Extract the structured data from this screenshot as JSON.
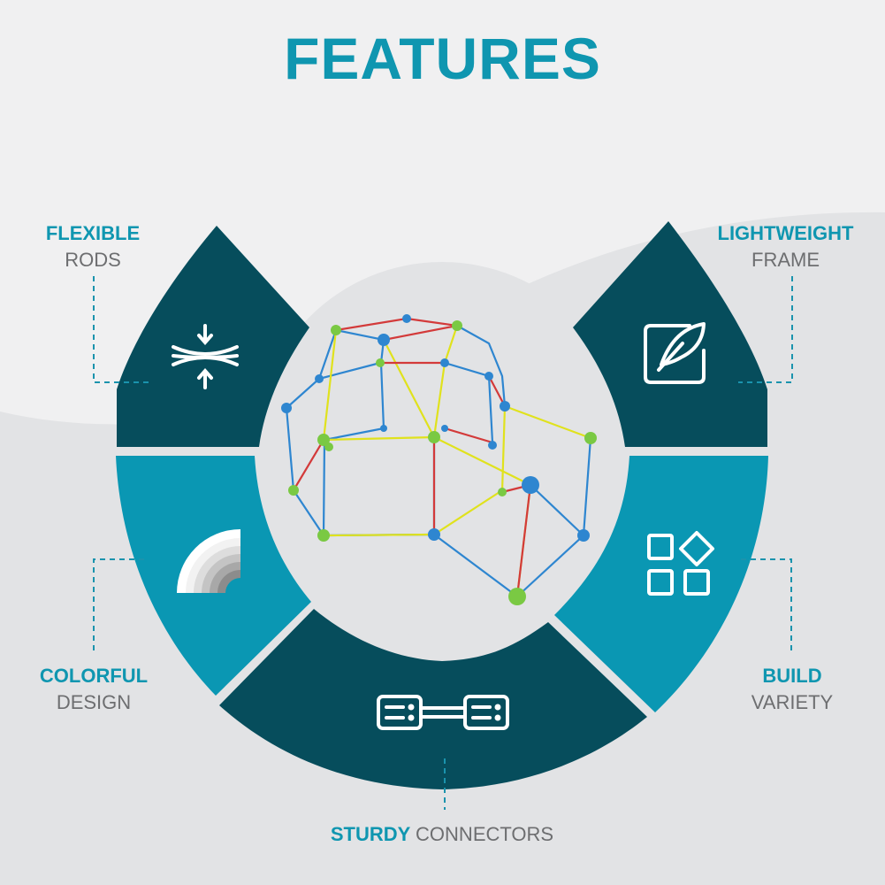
{
  "title": "FEATURES",
  "features": [
    {
      "strong": "FLEXIBLE",
      "light": "RODS",
      "icon": "compress-arrows-icon"
    },
    {
      "strong": "LIGHTWEIGHT",
      "light": "FRAME",
      "icon": "feather-icon"
    },
    {
      "strong": "COLORFUL",
      "light": "DESIGN",
      "icon": "rainbow-icon"
    },
    {
      "strong": "BUILD",
      "light": "VARIETY",
      "icon": "shapes-grid-icon"
    },
    {
      "strong": "STURDY",
      "light": "CONNECTORS",
      "icon": "connector-link-icon"
    }
  ],
  "colors": {
    "dark_teal": "#064d5c",
    "bright_teal": "#0a97b3",
    "title_blue": "#0f96b0",
    "gray_text": "#6d6e70",
    "bg_light": "#f0f0f1",
    "bg_dark": "#e2e3e5"
  }
}
